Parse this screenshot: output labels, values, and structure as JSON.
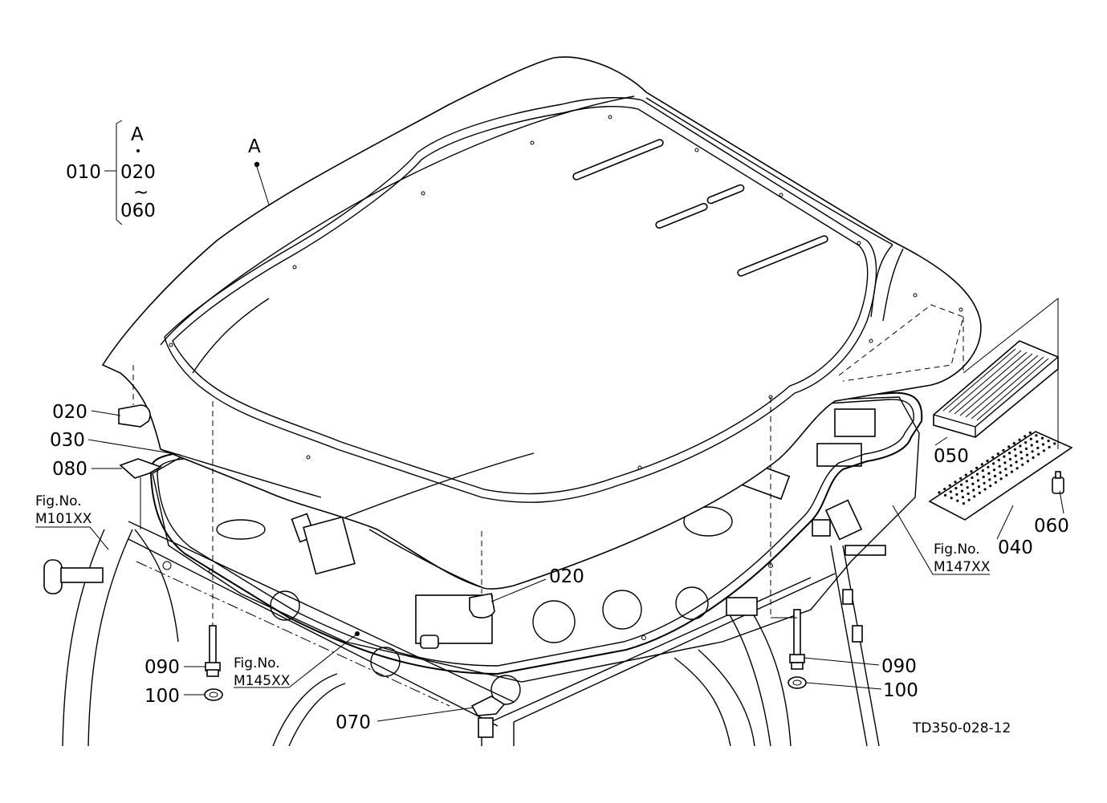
{
  "callouts": {
    "group_assembly": "010",
    "group_ref_top": "A",
    "group_range_start": "020",
    "group_range_tilde": "~",
    "group_range_end": "060",
    "roof_ref": "A",
    "seal_left": "020",
    "seal_strip": "030",
    "pad_small": "080",
    "filter": "050",
    "filter_cover": "040",
    "knob": "060",
    "seal_front": "020",
    "bolt_left": "090",
    "washer_left": "100",
    "bolt_right": "090",
    "washer_right": "100",
    "pad_bottom": "070"
  },
  "figure_refs": {
    "m101": {
      "line1": "Fig.No.",
      "line2": "M101XX"
    },
    "m145": {
      "line1": "Fig.No.",
      "line2": "M145XX"
    },
    "m147": {
      "line1": "Fig.No.",
      "line2": "M147XX"
    }
  },
  "drawing_id": "TD350-028-12"
}
